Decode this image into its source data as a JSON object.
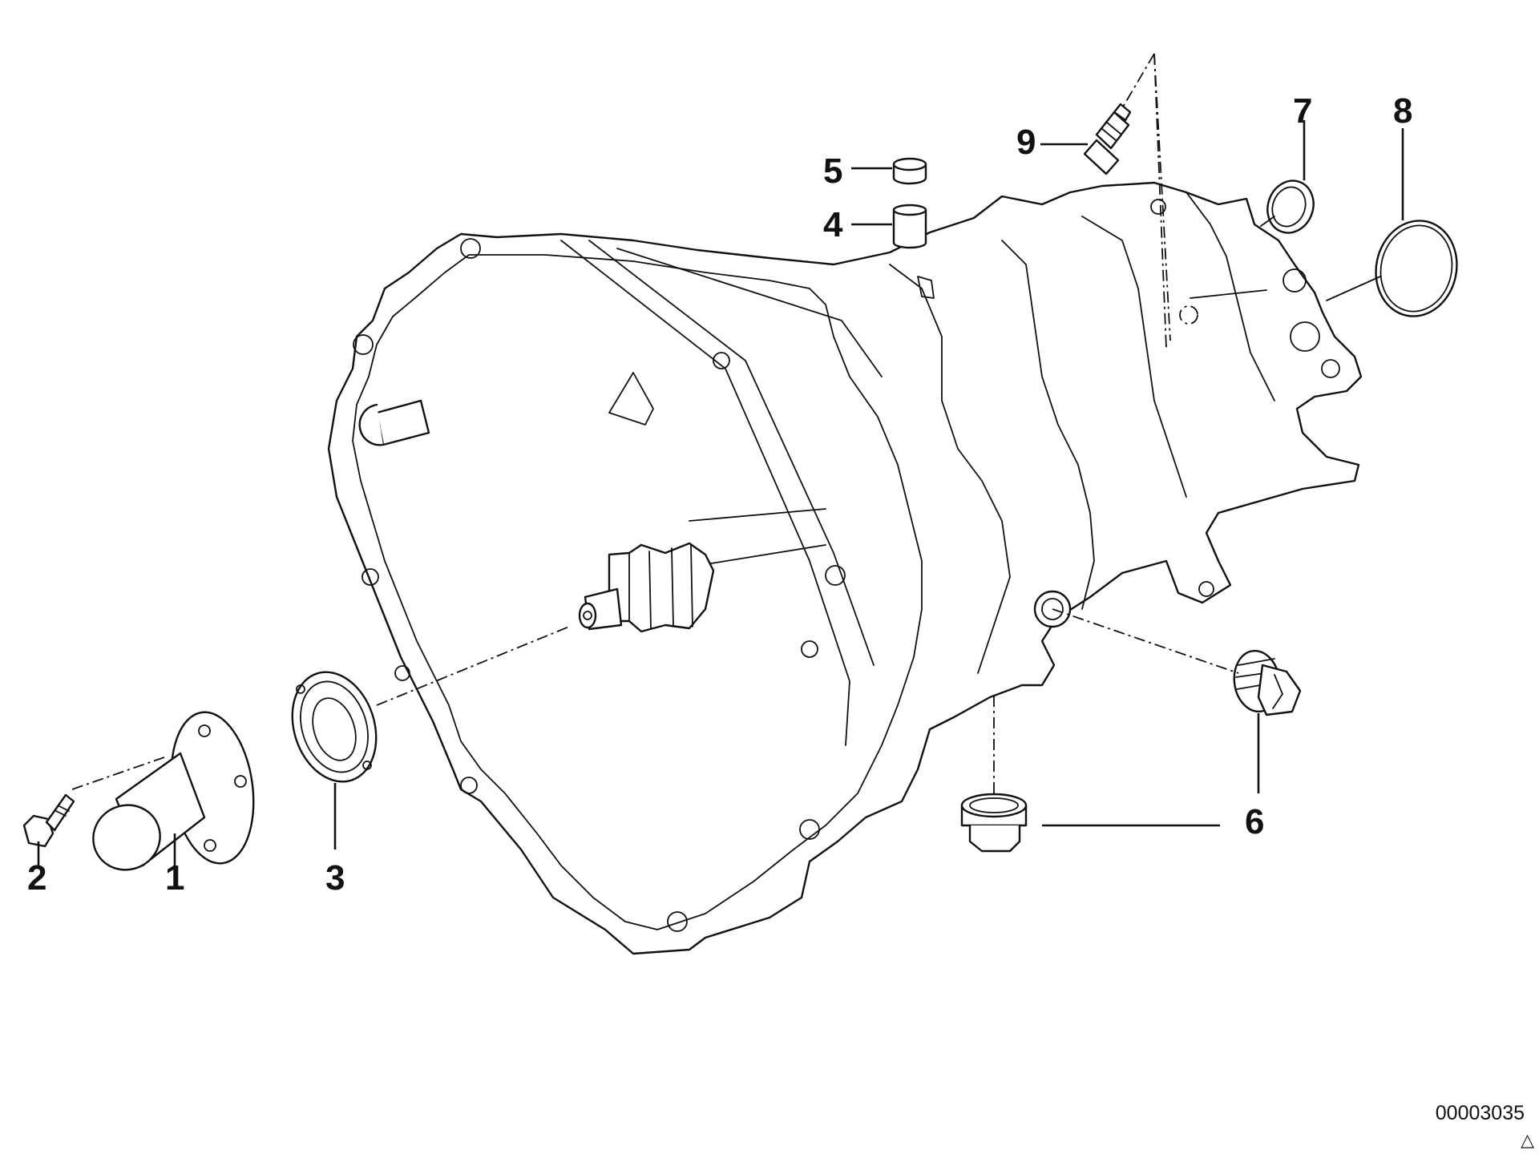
{
  "diagram": {
    "id_code": "00003035",
    "corner_mark": "△",
    "colors": {
      "line": "#111111",
      "background": "#ffffff"
    },
    "callouts": [
      {
        "id": "1",
        "part": "guide-sleeve"
      },
      {
        "id": "2",
        "part": "hex-bolt"
      },
      {
        "id": "3",
        "part": "shaft-seal"
      },
      {
        "id": "4",
        "part": "sleeve"
      },
      {
        "id": "5",
        "part": "cap"
      },
      {
        "id": "6",
        "part": "screw-plugs"
      },
      {
        "id": "7",
        "part": "seal-ring-small"
      },
      {
        "id": "8",
        "part": "o-ring-large"
      },
      {
        "id": "9",
        "part": "switch-sensor"
      }
    ]
  }
}
